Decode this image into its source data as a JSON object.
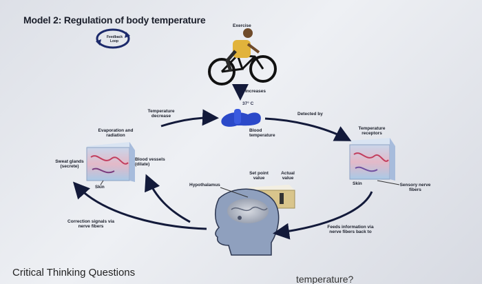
{
  "title": "Model 2: Regulation of body temperature",
  "labels": {
    "feedback_loop": "Feedback Loop",
    "exercise": "Exercise",
    "increases": "Increases",
    "temp_value": "37° C",
    "blood_temperature": "Blood temperature",
    "temperature_decrease": "Temperature decrease",
    "detected_by": "Detected by",
    "temperature_receptors": "Temperature receptors",
    "evaporation_and_radiation": "Evaporation and radiation",
    "sweat_glands": "Sweat glands (secrete)",
    "blood_vessels": "Blood vessels (dilate)",
    "skin_left": "Skin",
    "skin_right": "Skin",
    "set_point_value": "Set point value",
    "actual_value": "Actual value",
    "hypothalamus": "Hypothalamus",
    "sensory_nerve_fibers": "Sensory nerve fibers",
    "correction_signals": "Correction signals via nerve fibers",
    "feeds_information": "Feeds information via nerve fibers back to"
  },
  "footer": {
    "critical_thinking": "Critical Thinking Questions",
    "cut_off_text": "temperature?"
  }
}
